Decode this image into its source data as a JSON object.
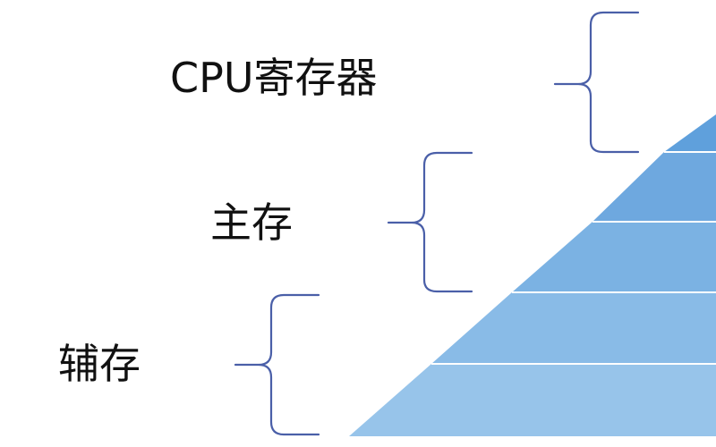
{
  "diagram": {
    "type": "memory-hierarchy-pyramid",
    "levels": [
      {
        "label": "CPU寄存器",
        "bands": 1
      },
      {
        "label": "主存",
        "bands": 2
      },
      {
        "label": "辅存",
        "bands": 2
      }
    ],
    "colors": {
      "band_fills": [
        "#5fa0dc",
        "#6ea8df",
        "#7bb2e3",
        "#89bbe7",
        "#97c4ea"
      ],
      "band_divider": "#ffffff",
      "brace": "#4a5fa8",
      "text": "#111111",
      "background": "#ffffff"
    }
  }
}
